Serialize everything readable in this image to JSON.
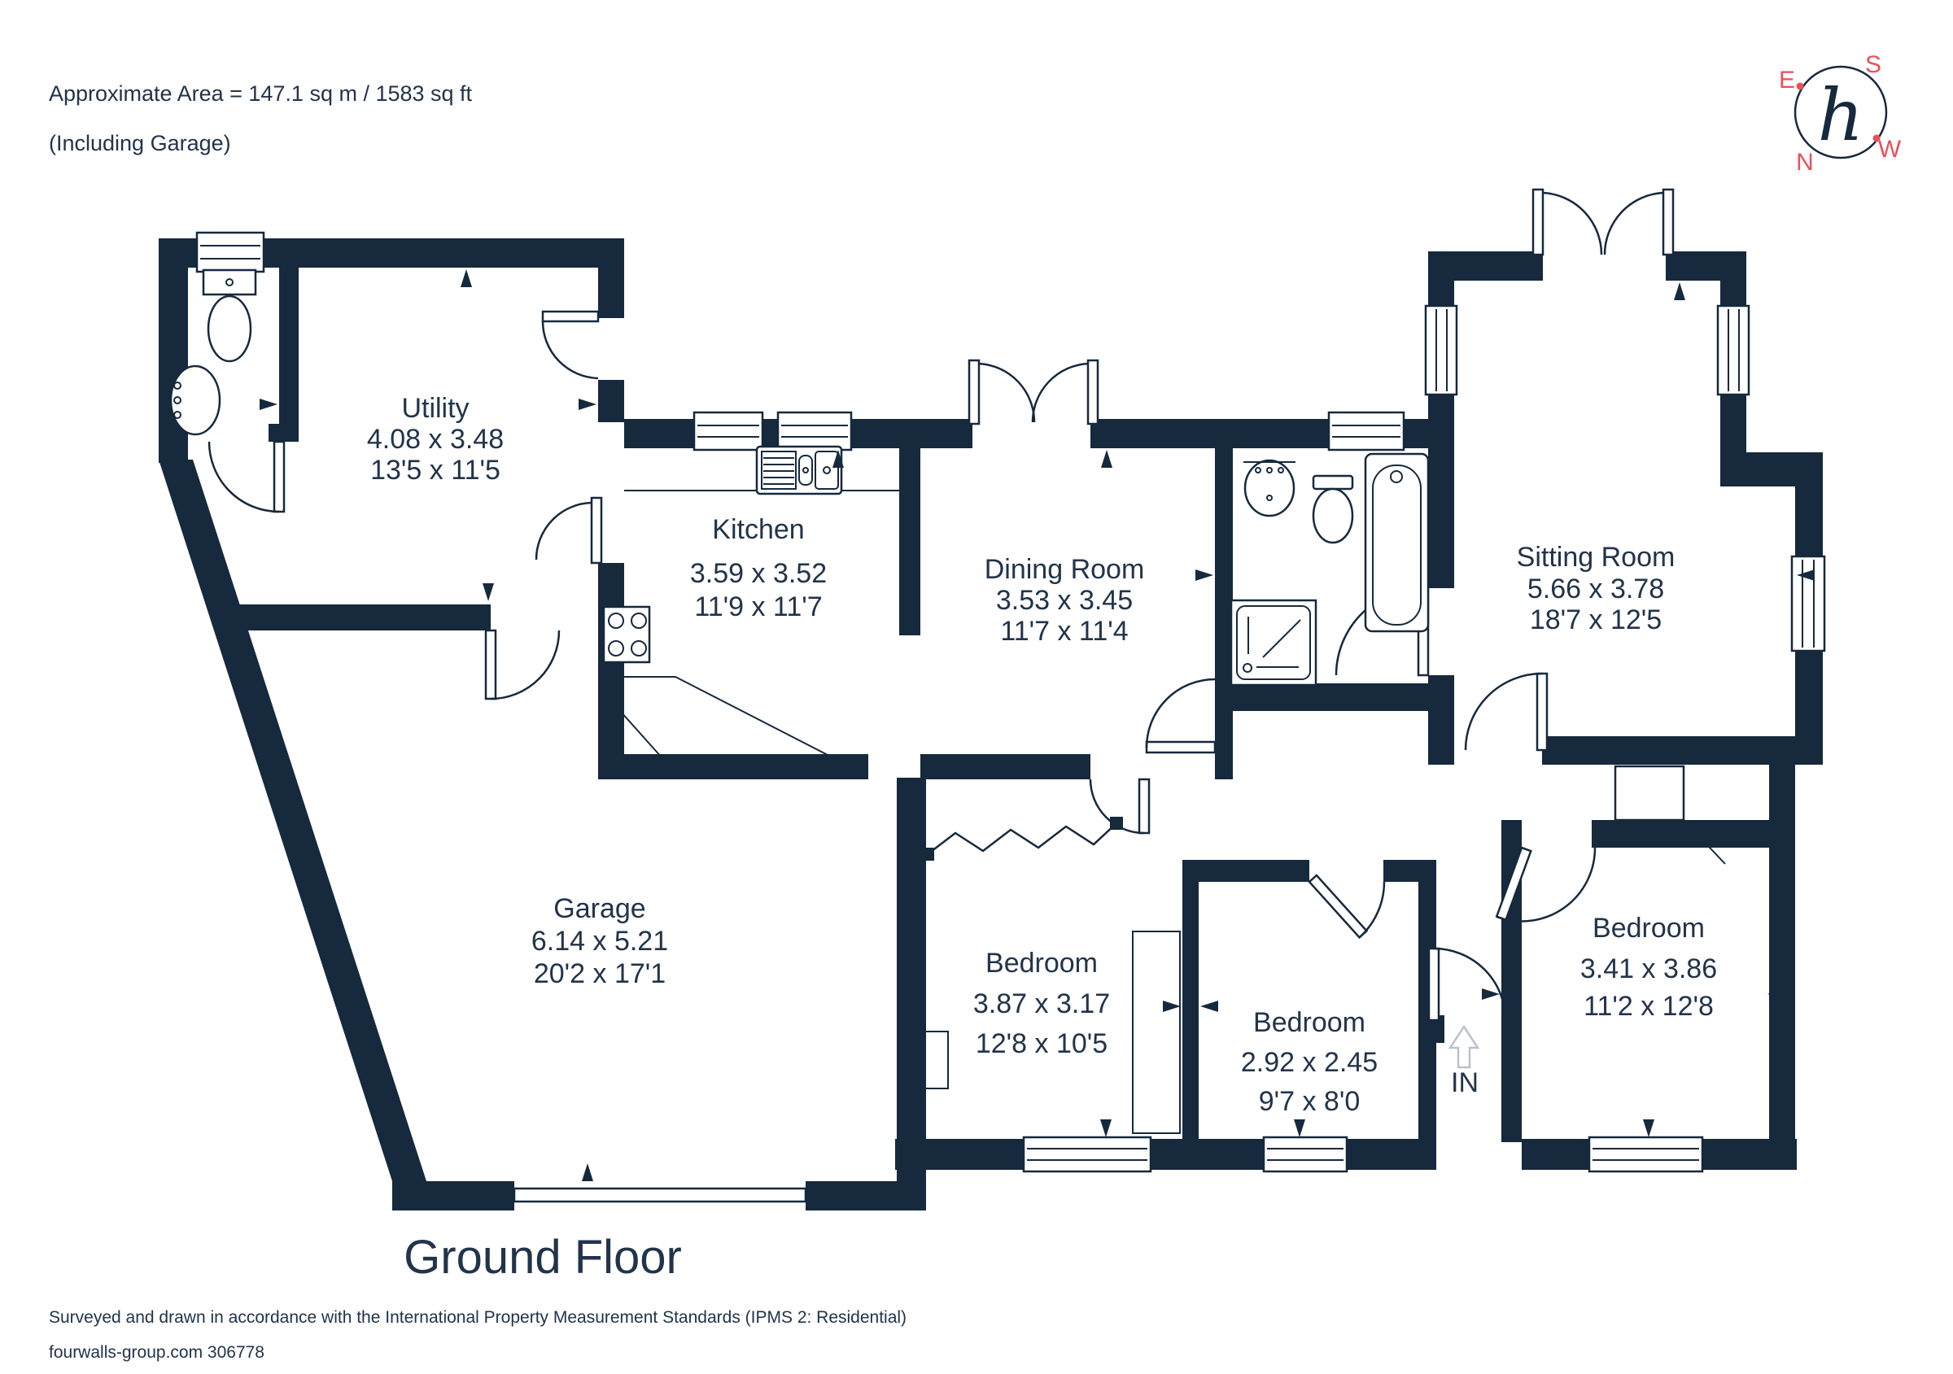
{
  "header": {
    "area_line": "Approximate Area = 147.1 sq m / 1583 sq ft",
    "including_line": "(Including Garage)"
  },
  "compass": {
    "letters": {
      "e": "E",
      "s": "S",
      "n": "N",
      "w": "W"
    },
    "monogram": "h",
    "accent_color": "#e8515a"
  },
  "rooms": [
    {
      "id": "utility",
      "name": "Utility",
      "metric": "4.08 x 3.48",
      "imperial": "13'5 x 11'5"
    },
    {
      "id": "kitchen",
      "name": "Kitchen",
      "metric": "3.59 x 3.52",
      "imperial": "11'9 x 11'7"
    },
    {
      "id": "dining",
      "name": "Dining Room",
      "metric": "3.53 x 3.45",
      "imperial": "11'7 x 11'4"
    },
    {
      "id": "sitting",
      "name": "Sitting Room",
      "metric": "5.66 x 3.78",
      "imperial": "18'7 x 12'5"
    },
    {
      "id": "garage",
      "name": "Garage",
      "metric": "6.14 x 5.21",
      "imperial": "20'2 x 17'1"
    },
    {
      "id": "bedroom1",
      "name": "Bedroom",
      "metric": "3.87 x 3.17",
      "imperial": "12'8 x 10'5"
    },
    {
      "id": "bedroom2",
      "name": "Bedroom",
      "metric": "2.92 x 2.45",
      "imperial": "9'7 x 8'0"
    },
    {
      "id": "bedroom3",
      "name": "Bedroom",
      "metric": "3.41 x 3.86",
      "imperial": "11'2 x 12'8"
    }
  ],
  "entrance": {
    "label": "IN"
  },
  "floor_label": "Ground Floor",
  "footer": {
    "line1": "Surveyed and drawn in accordance with the International Property Measurement Standards (IPMS 2: Residential)",
    "line2": "fourwalls-group.com 306778"
  },
  "colors": {
    "wall": "#16293d",
    "text": "#22344a",
    "accent": "#e8515a",
    "muted": "#b9c1cb"
  }
}
